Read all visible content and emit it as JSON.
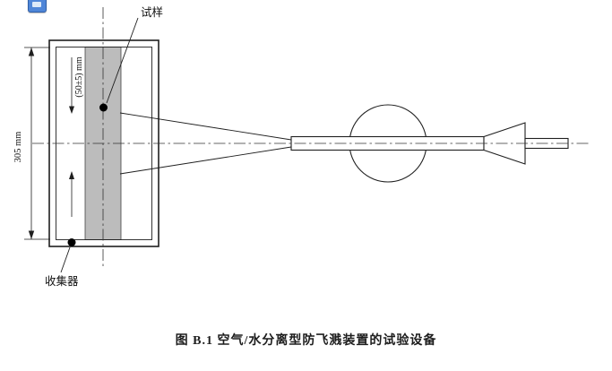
{
  "diagram": {
    "specimen_label": "试样",
    "collector_label": "收集器",
    "dim_vertical": "305 mm",
    "dim_offset": "(50±5) mm",
    "colors": {
      "line": "#1f1f1f",
      "specimen_fill": "#bcbcbc",
      "background": "#ffffff",
      "tool_icon_blue": "#4f86d8"
    }
  },
  "caption": "图 B.1  空气/水分离型防飞溅装置的试验设备"
}
